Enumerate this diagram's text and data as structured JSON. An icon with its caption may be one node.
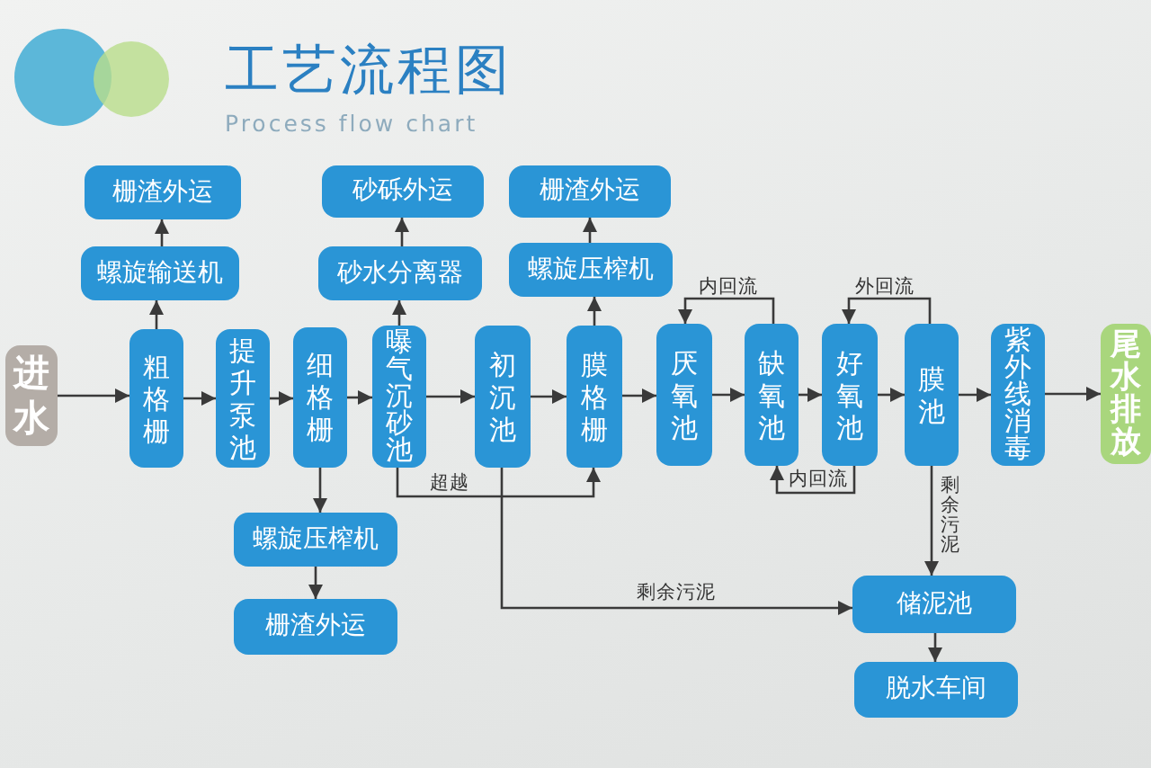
{
  "diagram": {
    "title": "工艺流程图",
    "nodes": [
      {
        "text": [
          "栅渣外运"
        ]
      },
      {
        "text": [
          "砂砾外运"
        ]
      },
      {
        "text": [
          "栅渣外运"
        ]
      },
      {
        "text": [
          "螺旋输送机"
        ]
      },
      {
        "text": [
          "砂水分离器"
        ]
      },
      {
        "text": [
          "螺旋压榨机"
        ]
      },
      {
        "text": [
          "进水"
        ]
      },
      {
        "text": [
          "粗格栅"
        ]
      },
      {
        "text": [
          "提升泵池"
        ]
      },
      {
        "text": [
          "细格栅"
        ]
      },
      {
        "text": [
          "曝气沉砂池"
        ]
      },
      {
        "text": [
          "初沉池"
        ]
      },
      {
        "text": [
          "膜格栅"
        ]
      },
      {
        "text": [
          "厌氧池"
        ]
      },
      {
        "text": [
          "缺氧池"
        ]
      },
      {
        "text": [
          "好氧池"
        ]
      },
      {
        "text": [
          "膜池"
        ]
      },
      {
        "text": [
          "紫外线消毒"
        ]
      },
      {
        "text": [
          "尾水排放"
        ]
      },
      {
        "text": [
          "螺旋压榨机"
        ]
      },
      {
        "text": [
          "栅渣外运"
        ]
      },
      {
        "text": [
          "储泥池"
        ]
      },
      {
        "text": [
          "脱水车间"
        ]
      }
    ],
    "edges": [
      {
        "from": 6,
        "to": 7,
        "arrow": "to"
      },
      {
        "from": 7,
        "to": 8,
        "arrow": "to"
      },
      {
        "from": 8,
        "to": 9,
        "arrow": "to"
      },
      {
        "from": 9,
        "to": 10,
        "arrow": "to"
      },
      {
        "from": 10,
        "to": 11,
        "arrow": "to"
      },
      {
        "from": 11,
        "to": 12,
        "arrow": "to"
      },
      {
        "from": 12,
        "to": 13,
        "arrow": "to"
      },
      {
        "from": 13,
        "to": 14,
        "arrow": "to"
      },
      {
        "from": 14,
        "to": 15,
        "arrow": "to"
      },
      {
        "from": 15,
        "to": 16,
        "arrow": "to"
      },
      {
        "from": 16,
        "to": 17,
        "arrow": "to"
      },
      {
        "from": 17,
        "to": 18,
        "arrow": "to"
      },
      {
        "from": 7,
        "to": 3,
        "arrow": "to"
      },
      {
        "from": 3,
        "to": 0,
        "arrow": "to"
      },
      {
        "from": 10,
        "to": 4,
        "arrow": "to"
      },
      {
        "from": 4,
        "to": 1,
        "arrow": "to"
      },
      {
        "from": 12,
        "to": 5,
        "arrow": "to"
      },
      {
        "from": 5,
        "to": 2,
        "arrow": "to"
      },
      {
        "from": 9,
        "to": 19,
        "arrow": "to"
      },
      {
        "from": 19,
        "to": 20,
        "arrow": "to"
      },
      {
        "from": 14,
        "to": 13,
        "arrow": "to",
        "label": "内回流"
      },
      {
        "from": 16,
        "to": 15,
        "arrow": "to",
        "label": "外回流"
      },
      {
        "from": 15,
        "to": 14,
        "arrow": "to",
        "label": "内回流"
      },
      {
        "from": 10,
        "to": 12,
        "arrow": "to",
        "label": "超越"
      },
      {
        "from": 11,
        "to": 21,
        "arrow": "to",
        "label": "剩余污泥"
      },
      {
        "from": 16,
        "to": 21,
        "arrow": "to",
        "label": "剩余污泥"
      },
      {
        "from": 21,
        "to": 22,
        "arrow": "to"
      }
    ],
    "labels": [
      "Process flow chart"
    ]
  }
}
